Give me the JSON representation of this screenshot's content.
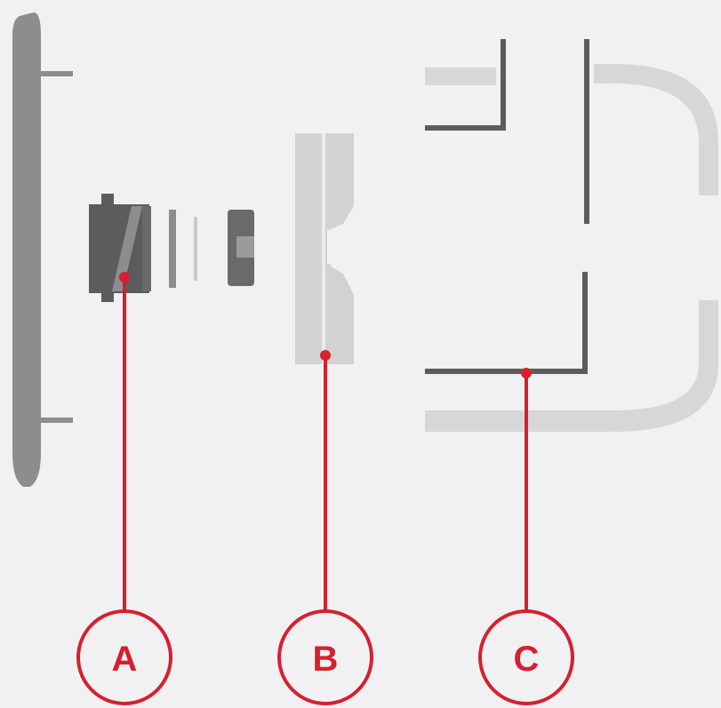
{
  "diagram": {
    "colors": {
      "background": "#f1f1f4",
      "callout_red": "#d6202e",
      "dark_gray": "#5c5c5f",
      "mid_gray": "#8d8d90",
      "light_gray": "#c9c9cb",
      "lighter_gray": "#d7d7d9"
    },
    "callouts": [
      {
        "id": "a",
        "label": "A",
        "target_icon": "cartridge-core-icon"
      },
      {
        "id": "b",
        "label": "B",
        "target_icon": "escutcheon-rose-icon"
      },
      {
        "id": "c",
        "label": "C",
        "target_icon": "handle-bracket-icon"
      }
    ]
  }
}
